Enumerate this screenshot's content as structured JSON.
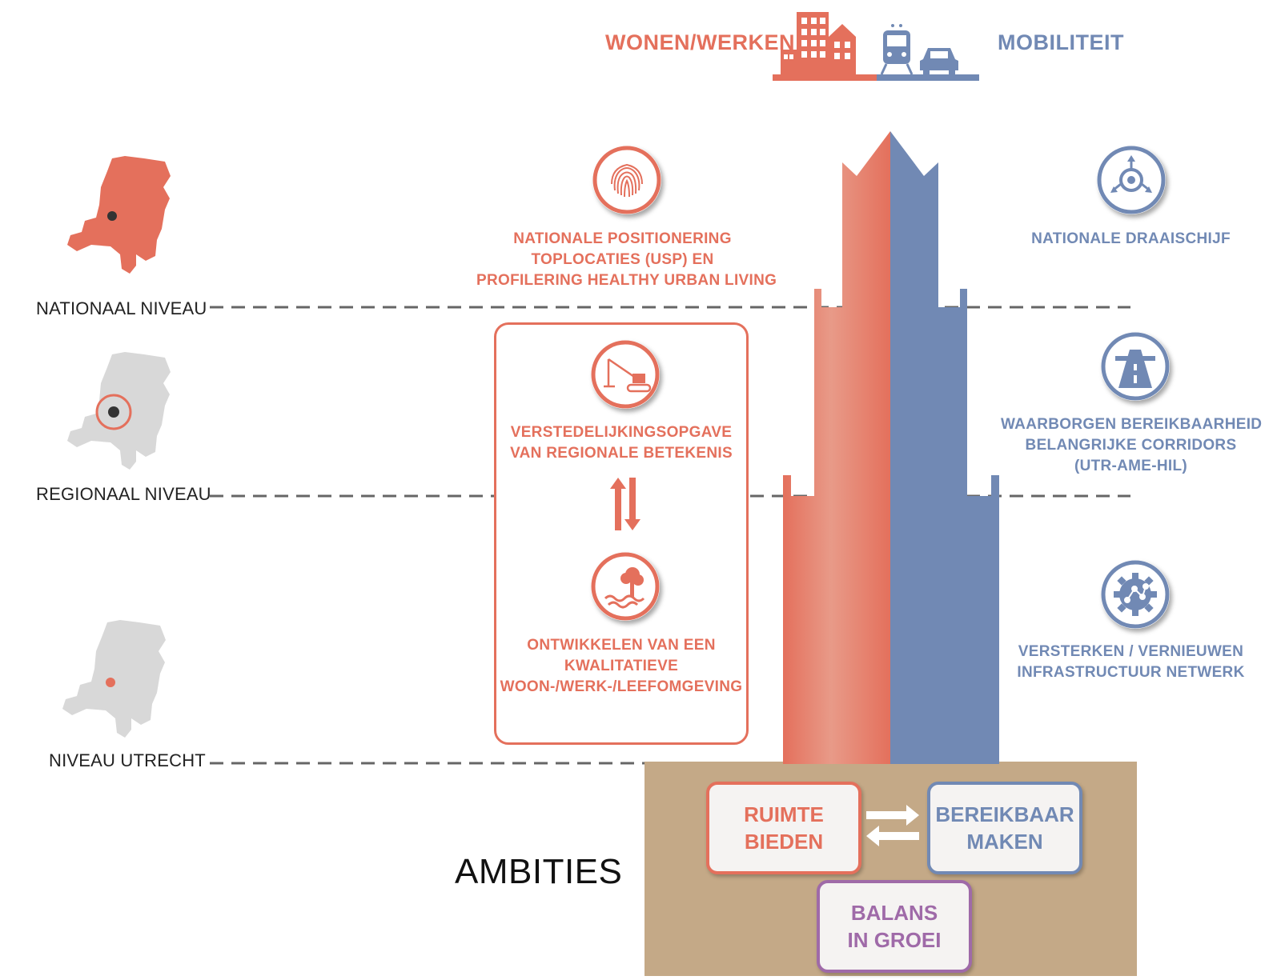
{
  "header": {
    "left_title": "WONEN/WERKEN",
    "right_title": "MOBILITEIT"
  },
  "levels": [
    {
      "label": "NATIONAAL NIVEAU"
    },
    {
      "label": "REGIONAAL NIVEAU"
    },
    {
      "label": "NIVEAU UTRECHT"
    }
  ],
  "left_items": {
    "national": [
      "NATIONALE POSITIONERING",
      "TOPLOCATIES (USP) EN",
      "PROFILERING HEALTHY URBAN LIVING"
    ],
    "regional": [
      "VERSTEDELIJKINGSOPGAVE",
      "VAN REGIONALE BETEKENIS"
    ],
    "local": [
      "ONTWIKKELEN VAN EEN",
      "KWALITATIEVE",
      "WOON-/WERK-/LEEFOMGEVING"
    ]
  },
  "right_items": {
    "national": [
      "NATIONALE DRAAISCHIJF"
    ],
    "regional": [
      "WAARBORGEN BEREIKBAARHEID",
      "BELANGRIJKE CORRIDORS",
      "(UTR-AME-HIL)"
    ],
    "local": [
      "VERSTERKEN / VERNIEUWEN",
      "INFRASTRUCTUUR NETWERK"
    ]
  },
  "ambitions": {
    "title": "AMBITIES",
    "box_left": [
      "RUIMTE",
      "BIEDEN"
    ],
    "box_right": [
      "BEREIKBAAR",
      "MAKEN"
    ],
    "box_bottom": [
      "BALANS",
      "IN GROEI"
    ]
  },
  "icons": {
    "header_left": "buildings-icon",
    "header_right": "train-car-icon",
    "national_left": "fingerprint-icon",
    "regional_left": "crane-icon",
    "local_left": "tree-water-icon",
    "national_right": "roundabout-icon",
    "regional_right": "highway-icon",
    "local_right": "gear-network-icon",
    "exchange_left": "bidirectional-arrows-icon",
    "exchange_bottom": "swap-arrows-icon"
  },
  "colors": {
    "red": "#e4705c",
    "blue": "#7189b4",
    "purple": "#9f6aa8",
    "ground": "#c4a987",
    "map_grey": "#d8d8d8",
    "dashed": "#666666"
  }
}
